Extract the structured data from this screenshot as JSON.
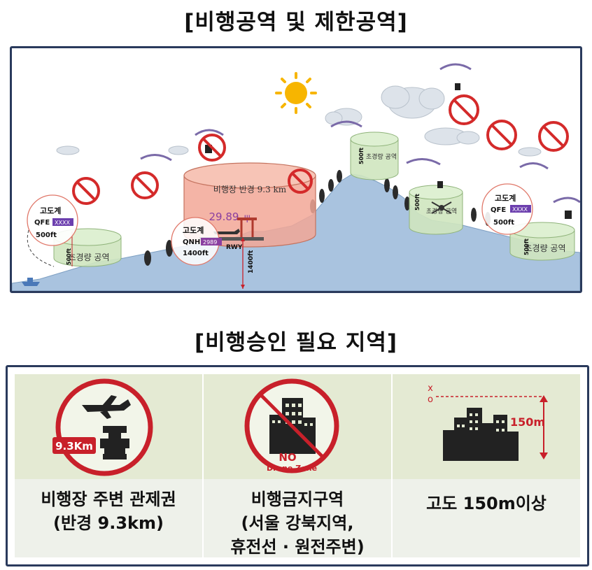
{
  "airspace": {
    "title": "[비행공역 및 제한공역]",
    "airport_radius_label": "비행장 반경 9.3 km",
    "altimeter_value": "29.89",
    "runway_label": "RWY",
    "height_1400": "1400ft",
    "light_zone_label": "초경량 공역",
    "height_500": "500ft",
    "left_callout": {
      "title": "고도계",
      "qfe": "QFE",
      "code": "XXXX",
      "height": "500ft"
    },
    "center_callout": {
      "title": "고도계",
      "qnh": "QNH",
      "code": "2989",
      "height": "1400ft"
    },
    "right_callout": {
      "title": "고도계",
      "qfe": "QFE",
      "code": "XXXX",
      "height": "500ft"
    },
    "colors": {
      "frame": "#2a3a5c",
      "mountain": "#a9c3df",
      "airport_zone": "#f2a796",
      "light_zone": "#cfe5bf",
      "no_sign": "#d42a2a",
      "sun": "#f7b500"
    }
  },
  "approval": {
    "title": "[비행승인 필요 지역]",
    "items": [
      {
        "icon_text": "9.3Km",
        "label_lines": [
          "비행장 주변 관제권",
          "(반경 9.3km)"
        ]
      },
      {
        "icon_text_1": "NO",
        "icon_text_2": "Drone Zone",
        "label_lines": [
          "비행금지구역",
          "(서울 강북지역,",
          "휴전선 · 원전주변)"
        ]
      },
      {
        "icon_text": "150m",
        "marker_top": "x",
        "marker_bottom": "o",
        "label_lines": [
          "고도 150m이상"
        ]
      }
    ],
    "colors": {
      "ring": "#c8202a",
      "icon": "#222222",
      "panel_top": "#e4ead3",
      "panel_bottom": "#eef1ea"
    }
  }
}
